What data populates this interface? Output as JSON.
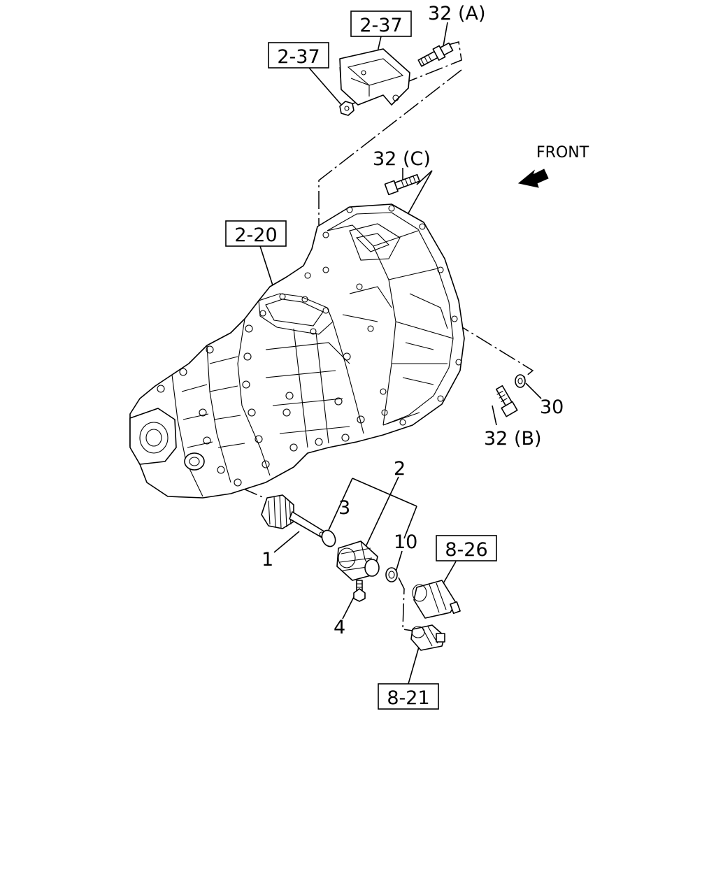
{
  "front_label": "FRONT",
  "refs": {
    "bracket_top": "2-37",
    "bracket_left": "2-37",
    "transmission": "2-20",
    "sensor_right": "8-26",
    "sensor_bottom": "8-21"
  },
  "callouts": {
    "bolt_a": "32 (A)",
    "bolt_c": "32 (C)",
    "bolt_b": "32 (B)",
    "washer": "30",
    "drive_gear": "1",
    "sleeve": "2",
    "o_ring": "3",
    "bolt_small": "4",
    "adapter": "10"
  }
}
